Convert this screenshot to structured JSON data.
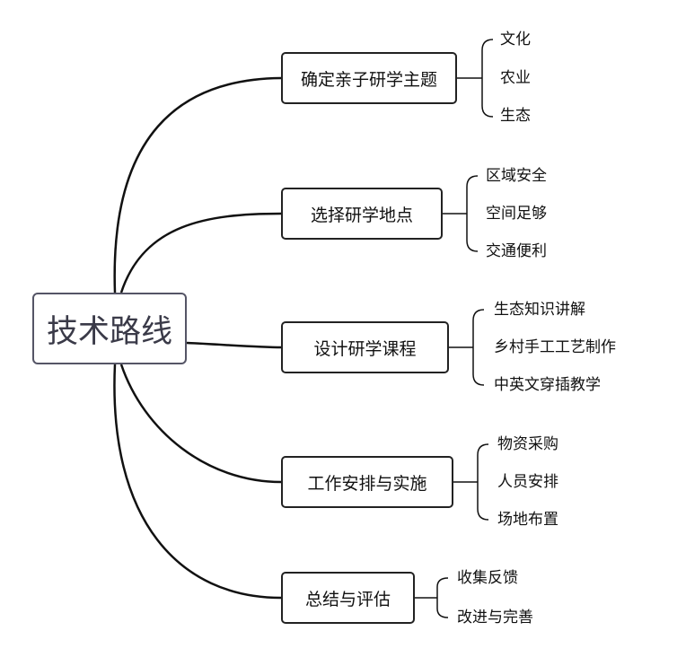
{
  "root": {
    "label": "技术路线"
  },
  "branches": [
    {
      "label": "确定亲子研学主题",
      "leaves": [
        "文化",
        "农业",
        "生态"
      ]
    },
    {
      "label": "选择研学地点",
      "leaves": [
        "区域安全",
        "空间足够",
        "交通便利"
      ]
    },
    {
      "label": "设计研学课程",
      "leaves": [
        "生态知识讲解",
        "乡村手工工艺制作",
        "中英文穿插教学"
      ]
    },
    {
      "label": "工作安排与实施",
      "leaves": [
        "物资采购",
        "人员安排",
        "场地布置"
      ]
    },
    {
      "label": "总结与评估",
      "leaves": [
        "收集反馈",
        "改进与完善"
      ]
    }
  ]
}
